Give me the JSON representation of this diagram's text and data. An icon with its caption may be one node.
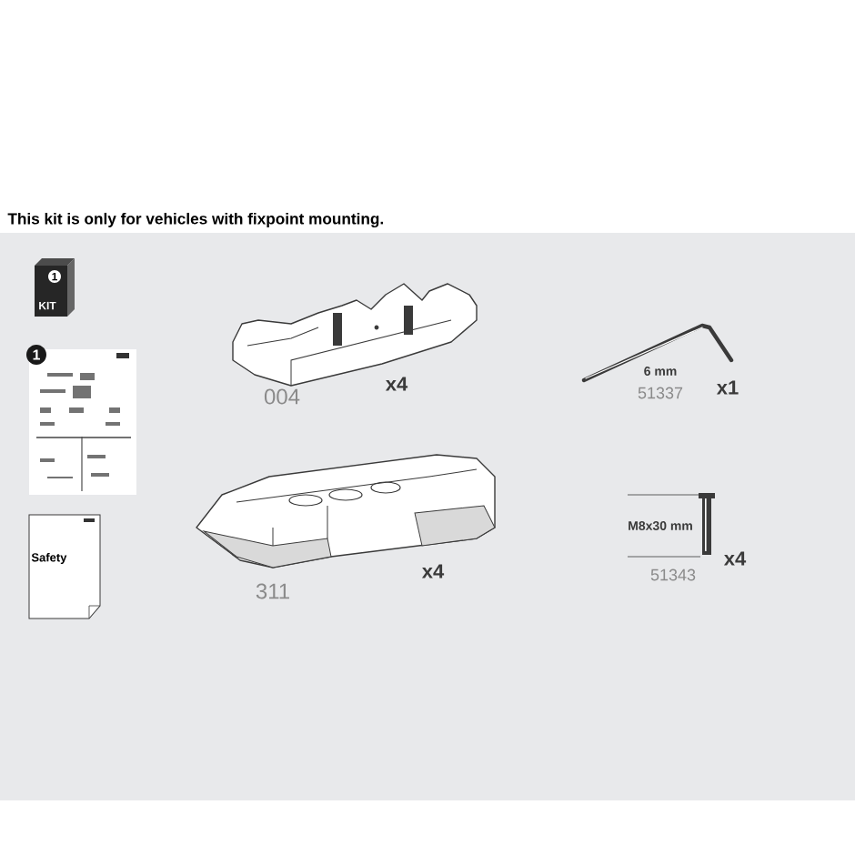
{
  "diagram": {
    "title": "This kit is only for vehicles with fixpoint mounting.",
    "nodes": [
      {
        "text": [
          "1",
          "KIT"
        ]
      },
      {
        "text": [
          "1"
        ]
      },
      {
        "text": [
          "Safety"
        ]
      }
    ],
    "labels": [
      "004",
      "x4",
      "6 mm",
      "51337",
      "x1",
      "311",
      "x4",
      "M8x30 mm",
      "51343",
      "x4"
    ]
  }
}
